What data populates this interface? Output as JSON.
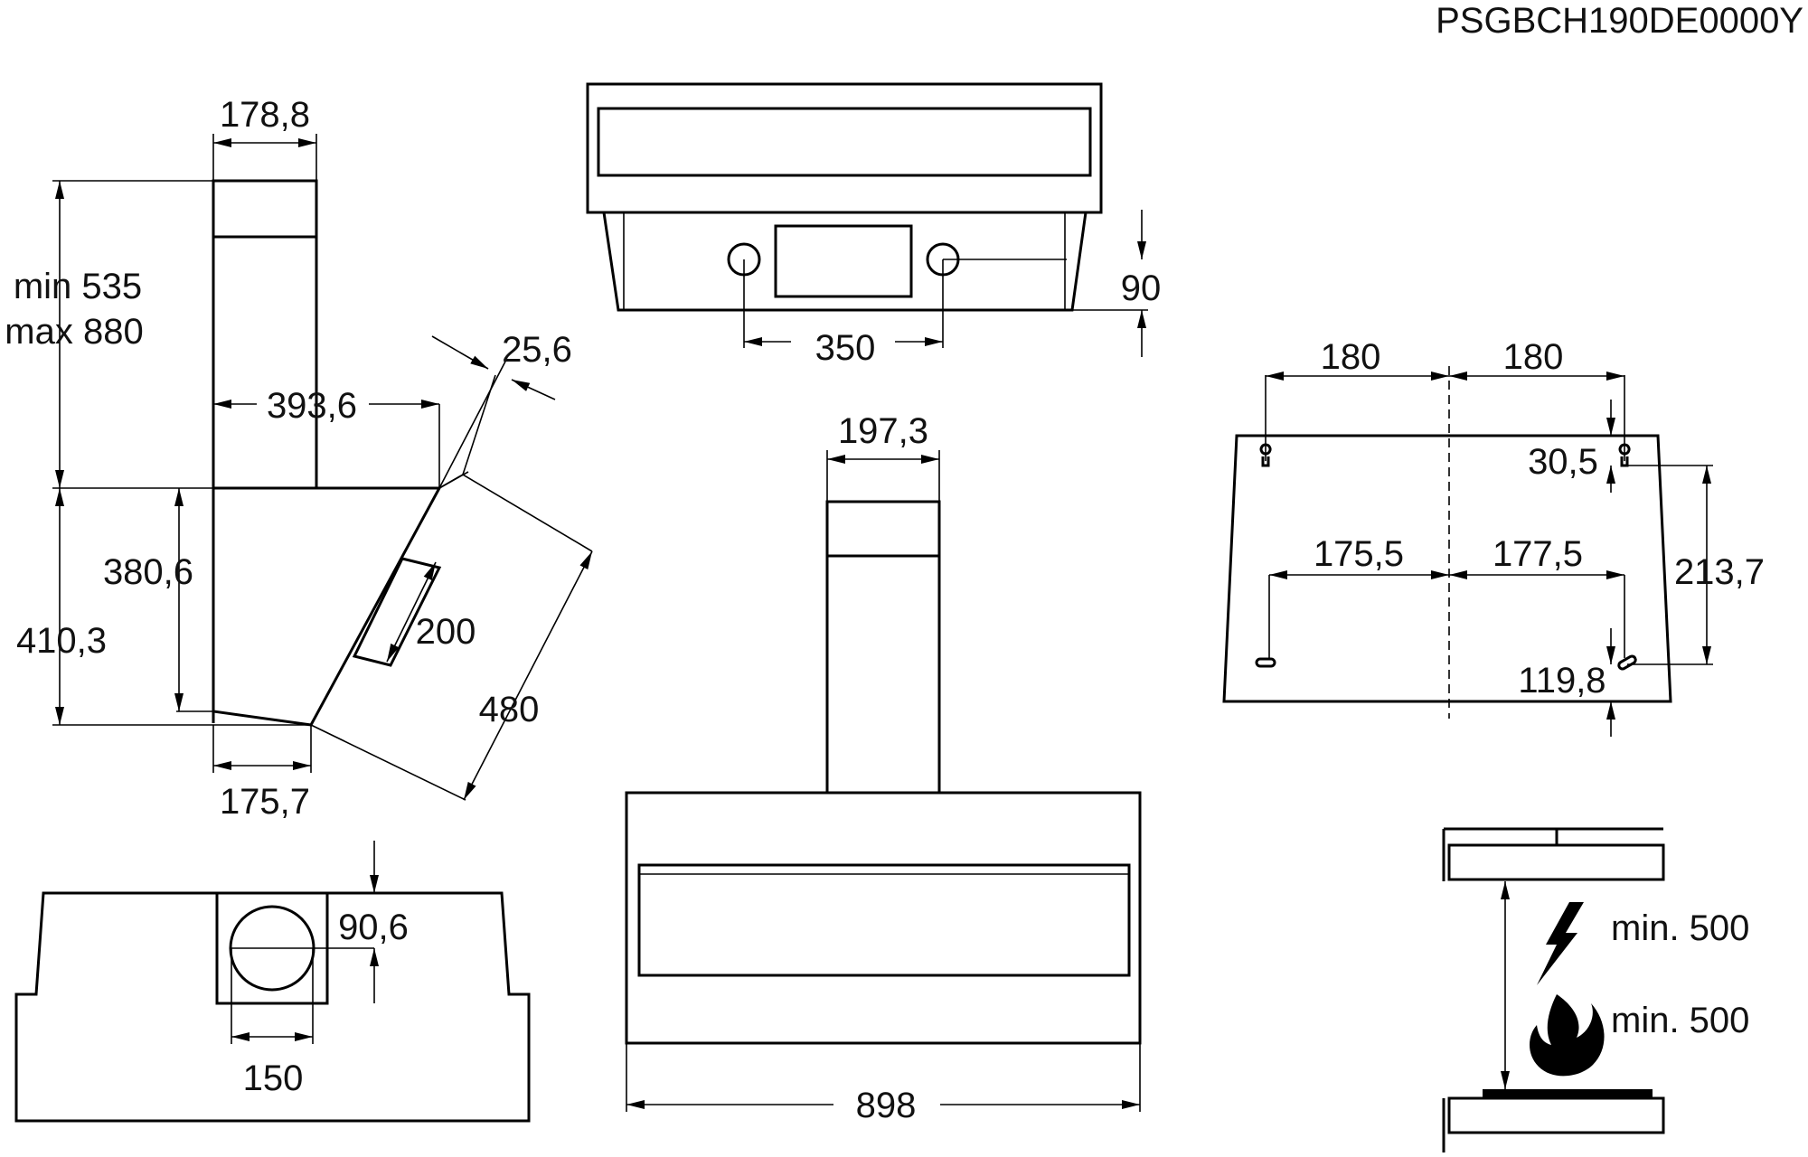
{
  "drawing_code": "PSGBCH190DE0000Y",
  "side_view": {
    "top_width": "178,8",
    "chimney_height_min": "min 535",
    "chimney_height_max": "max 880",
    "depth": "393,6",
    "glass_thickness": "25,6",
    "hood_height": "380,6",
    "total_height": "410,3",
    "control_panel": "200",
    "glass_length": "480",
    "bottom_depth": "175,7"
  },
  "front_top_view": {
    "control_spacing": "350",
    "panel_height": "90"
  },
  "bottom_view": {
    "outlet_offset": "90,6",
    "outlet_diameter": "150"
  },
  "front_view": {
    "chimney_width": "197,3",
    "hood_width": "898"
  },
  "mounting_template": {
    "top_left_spacing": "180",
    "top_right_spacing": "180",
    "top_hole_offset": "30,5",
    "hole_vertical_distance": "213,7",
    "lower_left_spacing": "175,5",
    "lower_right_spacing": "177,5",
    "lower_hole_offset": "119,8"
  },
  "clearance": {
    "electric_min": "min. 500",
    "gas_min": "min. 500"
  }
}
